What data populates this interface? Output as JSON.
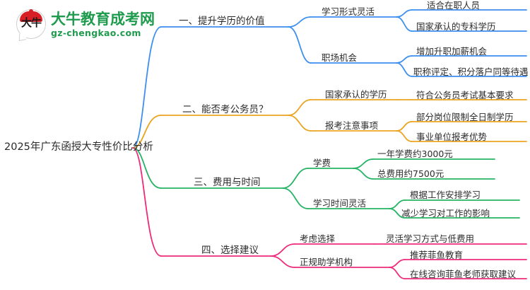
{
  "logo": {
    "mark_name": "daniu-speech-bubble-logo",
    "mark_glyph": "大牛",
    "title": "大牛教育成考网",
    "domain": "gz-chengkao.com",
    "brand_color": "#1f9b4e",
    "mark_color": "#d81f26"
  },
  "mindmap": {
    "root": "2025年广东函授大专性价比分析",
    "branches": [
      {
        "label": "一、提升学历的价值",
        "color": "#3d8ff0",
        "children": [
          {
            "label": "学习形式灵活",
            "leaves": [
              "适合在职人员",
              "国家承认的专科学历"
            ]
          },
          {
            "label": "职场机会",
            "leaves": [
              "增加升职加薪机会",
              "职称评定、积分落户同等待遇"
            ]
          }
        ]
      },
      {
        "label": "二、能否考公务员？",
        "color": "#eba420",
        "children": [
          {
            "label": "国家承认的学历",
            "leaves": [
              "符合公务员考试基本要求"
            ]
          },
          {
            "label": "报考注意事项",
            "leaves": [
              "部分岗位限制全日制学历",
              "事业单位报考优势"
            ]
          }
        ]
      },
      {
        "label": "三、费用与时间",
        "color": "#25b464",
        "children": [
          {
            "label": "学费",
            "leaves": [
              "一年学费约3000元",
              "总费用约7500元"
            ]
          },
          {
            "label": "学习时间灵活",
            "leaves": [
              "根据工作安排学习",
              "减少学习对工作的影响"
            ]
          }
        ]
      },
      {
        "label": "四、选择建议",
        "color": "#ee2a7b",
        "children": [
          {
            "label": "考虑选择",
            "leaves": [
              "灵活学习方式与低费用"
            ]
          },
          {
            "label": "正规助学机构",
            "leaves": [
              "推荐菲鱼教育",
              "在线咨询菲鱼老师获取建议"
            ]
          }
        ]
      }
    ]
  }
}
